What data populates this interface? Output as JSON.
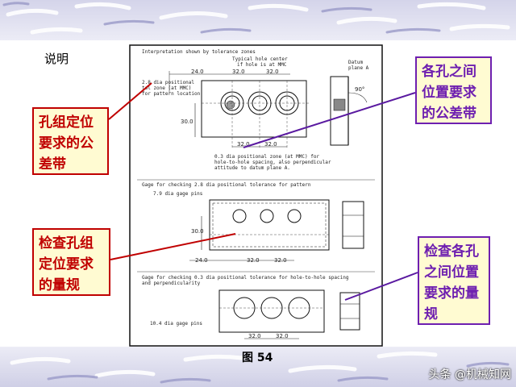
{
  "slide_title": "说明",
  "figure_caption": "图 54",
  "watermark": "头条 @机械知网",
  "callouts": {
    "hole_group_position": "孔组定位要求的公差带",
    "between_holes_position": "各孔之间位置要求的公差带",
    "gauge_group_position": "检查孔组定位要求的量规",
    "gauge_between_holes": "检查各孔之间位置要求的量规"
  },
  "drawing": {
    "header": "Interpretation shown by tolerance zones",
    "typical_hole_center": "Typical hole center",
    "if_hole_is_at_mmc": "if hole is at MMC",
    "datum_plane": "Datum",
    "datum_plane_a": "plane A",
    "pattern_zone_line1": "2.8 dia positional",
    "pattern_zone_line2": "tol zone (at MMC)",
    "pattern_zone_line3": "for pattern location",
    "hole_zone_line1": "0.3 dia positional zone (at MMC) for",
    "hole_zone_line2": "hole-to-hole spacing, also perpendicular",
    "hole_zone_line3": "attitude to datum plane A.",
    "angle": "90°",
    "dim_24": "24.0",
    "dim_32": "32.0",
    "dim_30": "30.0",
    "gage1_title": "Gage for checking 2.8 dia positional tolerance for pattern",
    "gage1_pins": "7.9 dia gage pins",
    "gage2_title_line1": "Gage for checking 0.3 dia positional tolerance for hole-to-hole spacing",
    "gage2_title_line2": "and perpendicularity",
    "gage2_pins": "10.4 dia gage pins"
  }
}
